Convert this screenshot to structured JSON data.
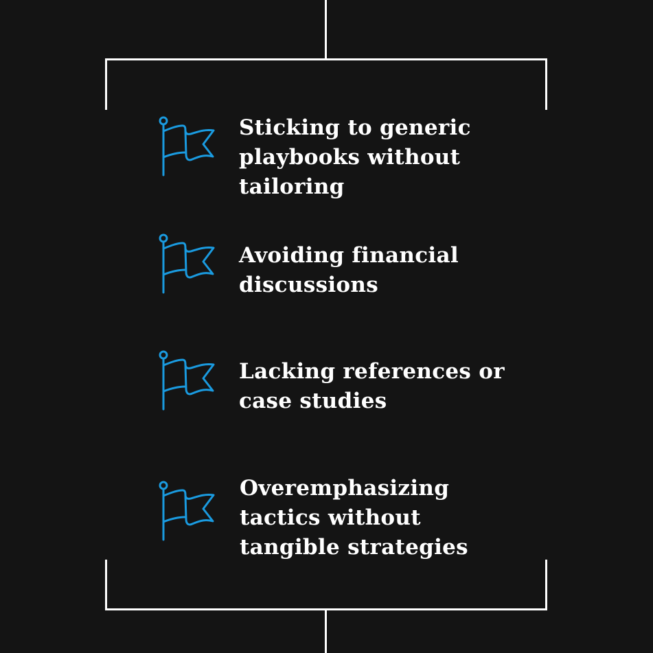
{
  "accent_color": "#1a9be0",
  "items": [
    {
      "icon": "flag-icon",
      "lines": [
        "Sticking to generic",
        "playbooks without",
        "tailoring"
      ]
    },
    {
      "icon": "flag-icon",
      "lines": [
        "Avoiding financial",
        "discussions"
      ]
    },
    {
      "icon": "flag-icon",
      "lines": [
        "Lacking references or",
        "case studies"
      ]
    },
    {
      "icon": "flag-icon",
      "lines": [
        "Overemphasizing",
        "tactics without",
        "tangible strategies"
      ]
    }
  ]
}
